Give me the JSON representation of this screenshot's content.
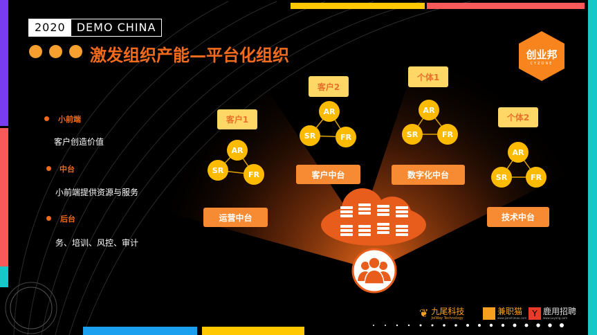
{
  "header": {
    "year": "2020",
    "event": "DEMO CHINA",
    "title": "激发组织产能—平台化组织"
  },
  "logo": {
    "name": "创业邦",
    "sub": "CYZONE"
  },
  "bullets": [
    {
      "label": "小前端",
      "text": "客户创造价值"
    },
    {
      "label": "中台",
      "text": "小前端提供资源与服务"
    },
    {
      "label": "后台",
      "text": "务、培训、风控、审计"
    }
  ],
  "diagram": {
    "tags": [
      "客户1",
      "客户2",
      "个体1",
      "个体2"
    ],
    "node_labels": {
      "ar": "AR",
      "sr": "SR",
      "fr": "FR"
    },
    "platforms": [
      "运营中台",
      "客户中台",
      "数字化中台",
      "技术中台"
    ]
  },
  "sponsors": [
    {
      "name": "九尾科技",
      "sub": "JoiWay Technology"
    },
    {
      "name": "兼职猫",
      "sub": "www.jianzhimao.com"
    },
    {
      "name": "鹿用招聘",
      "sub": "www.Luyong.com"
    }
  ],
  "colors": {
    "accent": "#f26a1b",
    "purple": "#7a3cf0",
    "red": "#f85a5a",
    "teal": "#16c8c8",
    "yellow": "#ffc800",
    "blue": "#1ba0f0"
  }
}
